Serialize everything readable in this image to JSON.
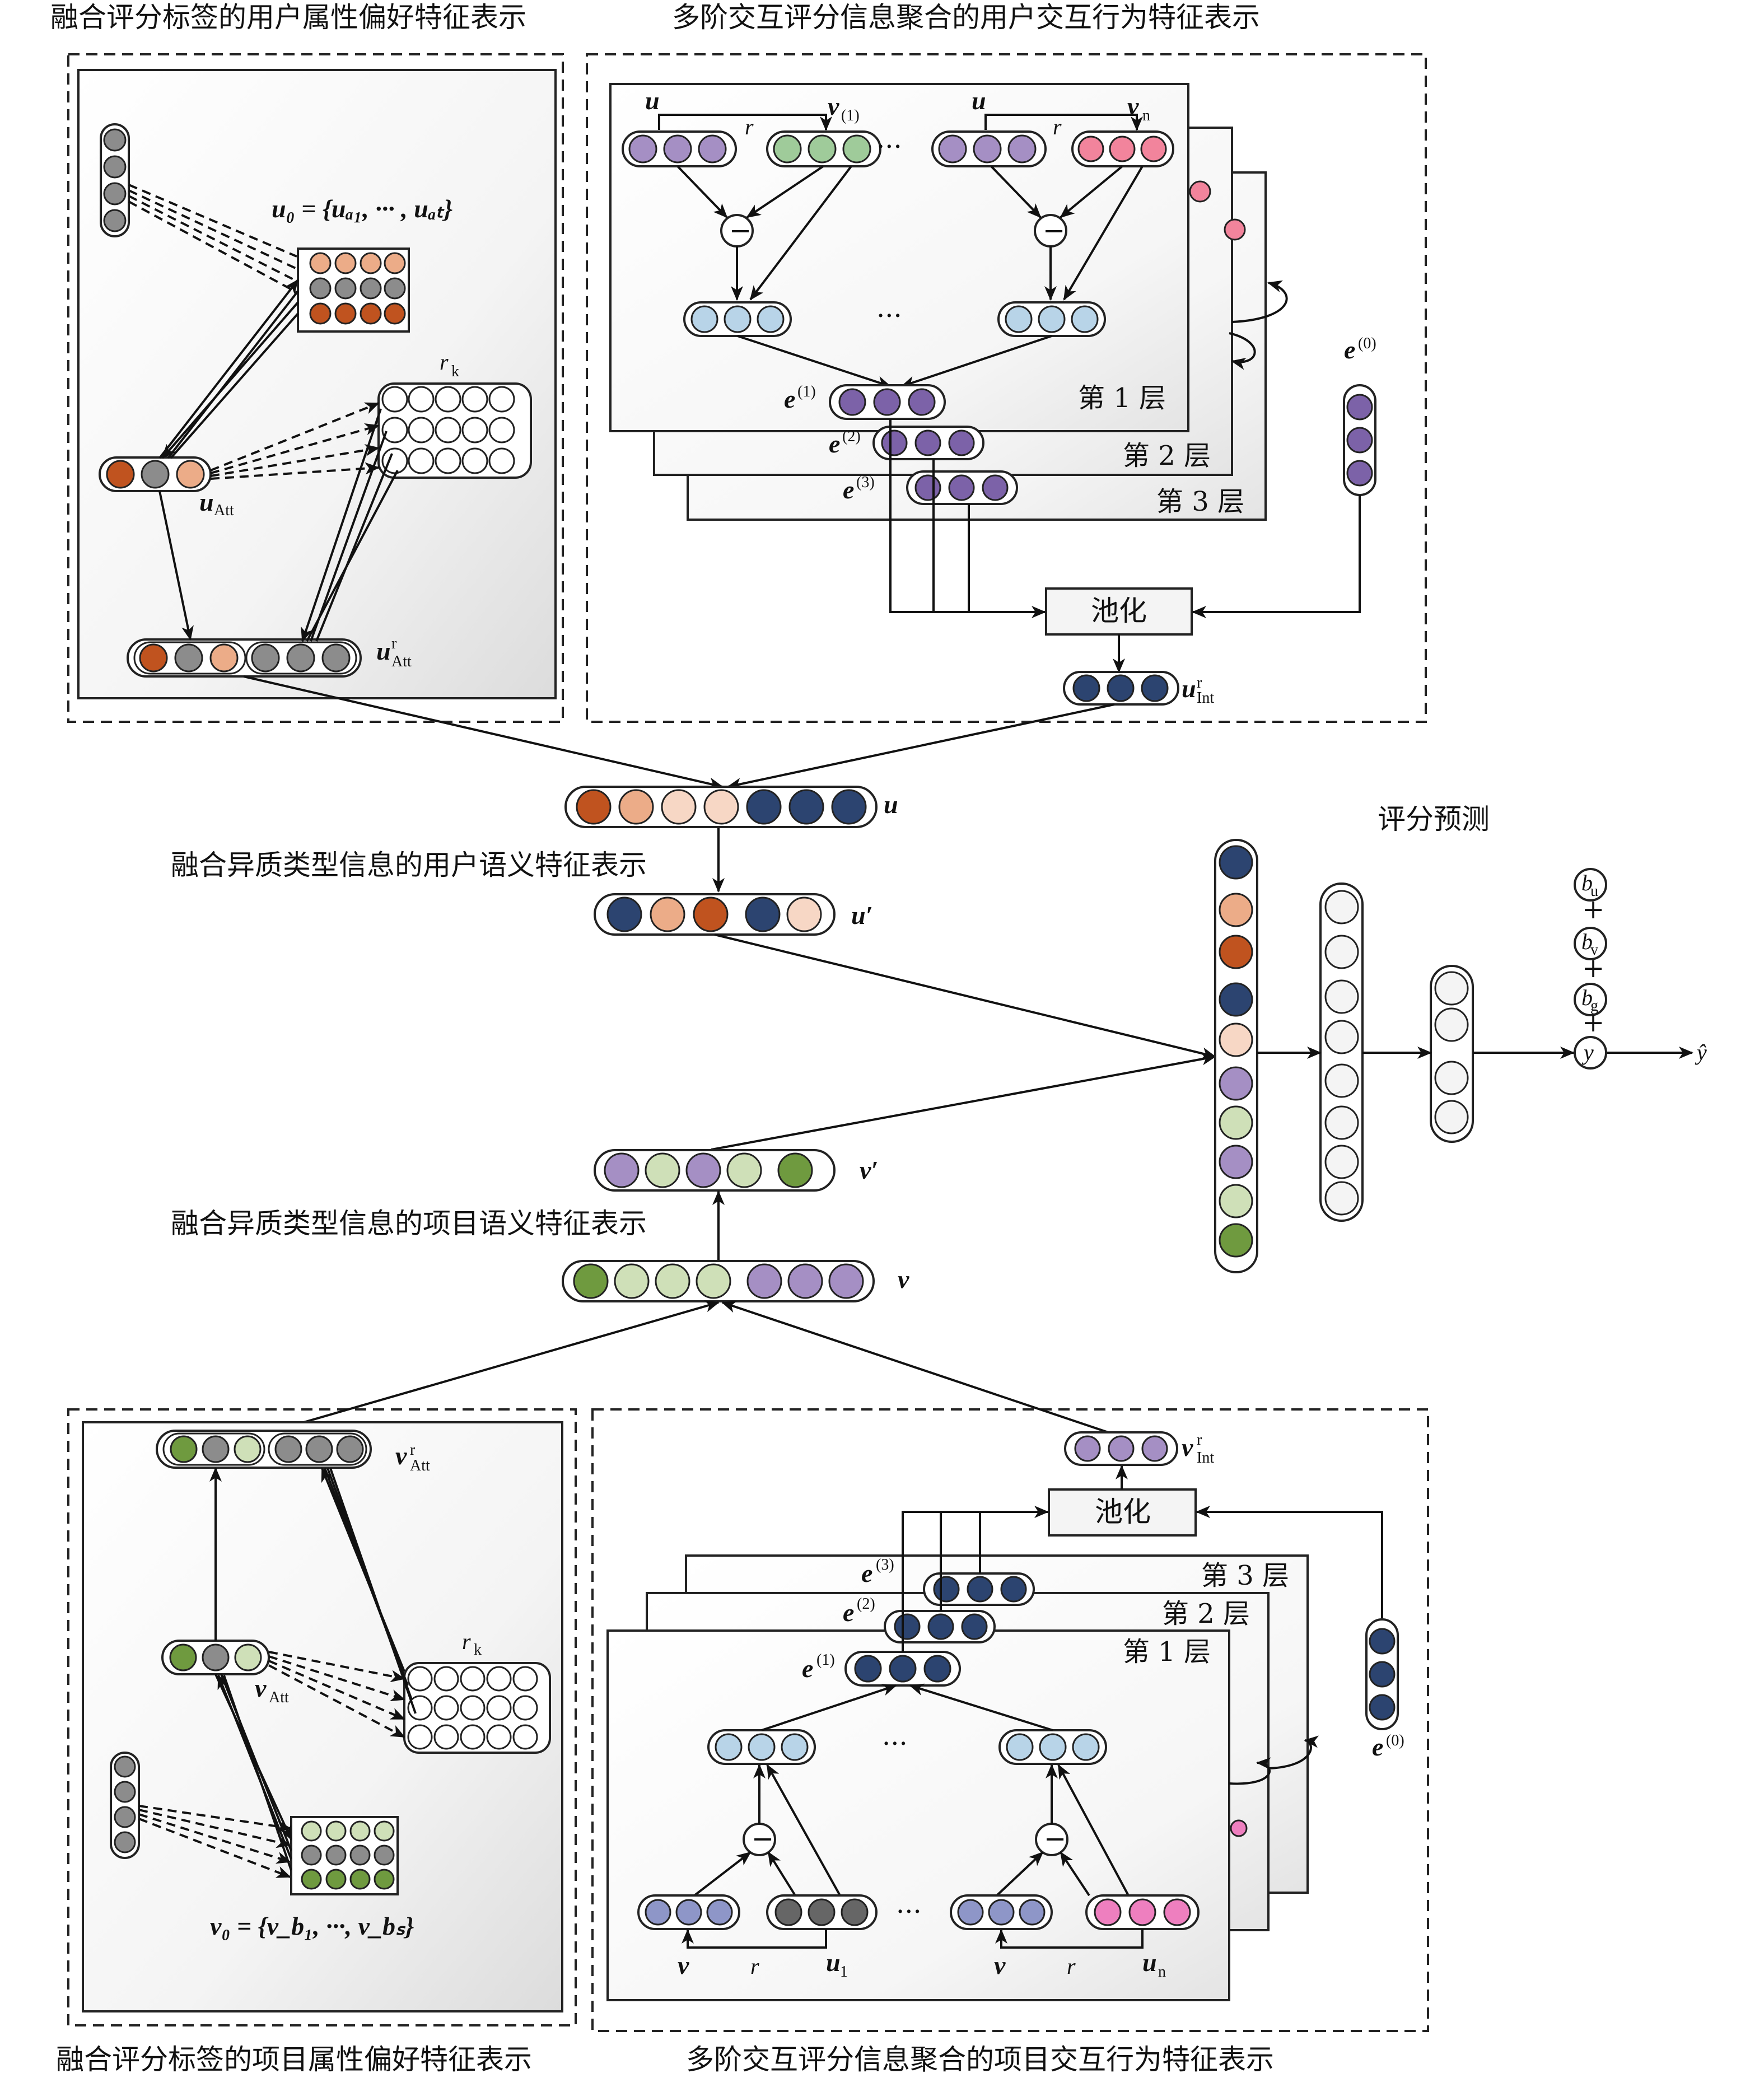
{
  "titles": {
    "user_attr": "融合评分标签的用户属性偏好特征表示",
    "user_inter": "多阶交互评分信息聚合的用户交互行为特征表示",
    "user_semantic": "融合异质类型信息的用户语义特征表示",
    "item_semantic": "融合异质类型信息的项目语义特征表示",
    "rating_pred": "评分预测",
    "item_attr": "融合评分标签的项目属性偏好特征表示",
    "item_inter": "多阶交互评分信息聚合的项目交互行为特征表示"
  },
  "labels": {
    "layer1": "第 1 层",
    "layer2": "第 2 层",
    "layer3": "第 3 层",
    "pooling": "池化",
    "u": "u",
    "u_prime": "u′",
    "v": "v",
    "v_prime": "v′",
    "r": "r",
    "rk": "r",
    "rk_sub": "k",
    "u0_formula": "u₀ = {uₐ₁, ··· , uₐₜ}",
    "v0_formula": "v₀ = {v_b₁, ···, v_bₛ}",
    "u_att": "u",
    "u_att_sub": "Att",
    "u_att_r": "u",
    "v_att": "v",
    "v_att_r": "v",
    "u_int": "u",
    "v_int": "v",
    "int_sub": "Int",
    "sup_r": "r",
    "e": "e",
    "v1": "v",
    "vn": "v",
    "u1": "u",
    "un": "u",
    "dots": "···",
    "minus": "−",
    "y_hat": "ŷ",
    "y": "y",
    "b": "b",
    "plus": "+",
    "sup_0": "(0)",
    "sup_1": "(1)",
    "sup_2": "(2)",
    "sup_3": "(3)"
  },
  "colors": {
    "purple": "#a58fc4",
    "green_light": "#9fcb9a",
    "pink": "#f2849c",
    "blue_light": "#b8d4e8",
    "dark_purple": "#7c62a8",
    "navy": "#2c4470",
    "orange_dark": "#c0531f",
    "orange_light": "#ecac88",
    "peach": "#f7d7c5",
    "gray": "#8c8c8c",
    "olive_dark": "#6f9a3f",
    "olive_light": "#cfe0b8",
    "magenta": "#ee7fbf",
    "slate": "#8e96c8",
    "dark_gray": "#666666"
  }
}
